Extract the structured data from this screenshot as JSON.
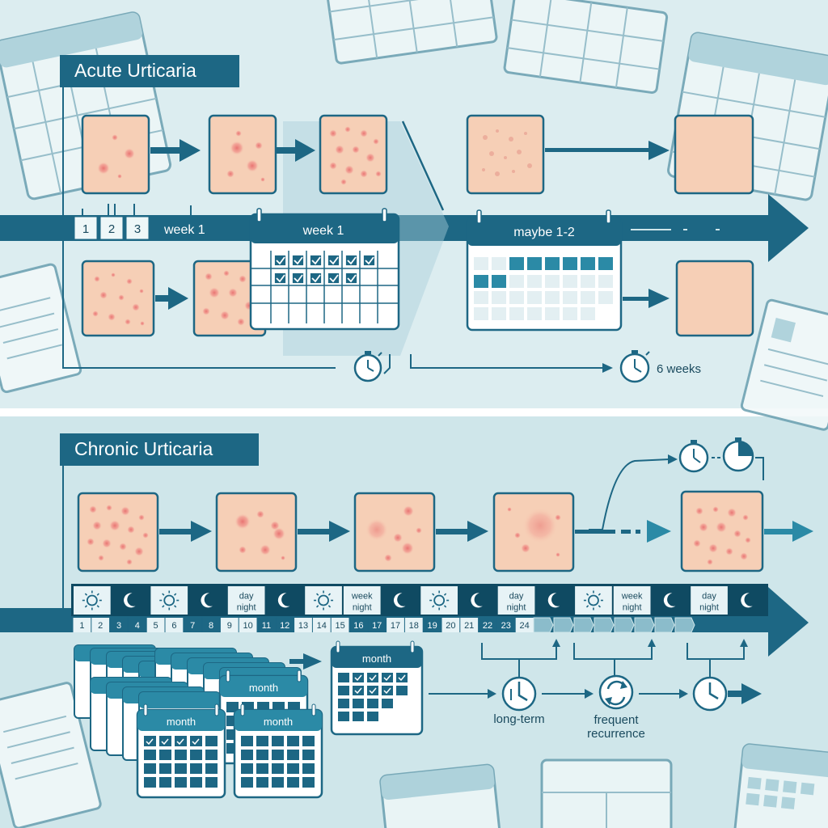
{
  "acute": {
    "title": "Acute Urticaria",
    "day_numbers": [
      "1",
      "2",
      "3"
    ],
    "week_text": "week 1",
    "calendar_week_title": "week 1",
    "calendar_maybe_title": "maybe 1-2",
    "duration_label": "6 weeks"
  },
  "chronic": {
    "title": "Chronic Urticaria",
    "day_numbers": [
      "1",
      "2",
      "3",
      "4",
      "5",
      "6",
      "7",
      "8",
      "9",
      "10",
      "11",
      "12",
      "13",
      "14",
      "15",
      "16",
      "17",
      "17",
      "18",
      "19",
      "20",
      "21",
      "22",
      "23",
      "24"
    ],
    "cells": [
      {
        "type": "sun"
      },
      {
        "type": "moon"
      },
      {
        "type": "sun"
      },
      {
        "type": "moon"
      },
      {
        "type": "text",
        "line1": "day",
        "line2": "night"
      },
      {
        "type": "moon"
      },
      {
        "type": "sun"
      },
      {
        "type": "text",
        "line1": "week",
        "line2": "night"
      },
      {
        "type": "moon"
      },
      {
        "type": "sun"
      },
      {
        "type": "moon"
      },
      {
        "type": "text",
        "line1": "day",
        "line2": "night"
      },
      {
        "type": "moon"
      },
      {
        "type": "sun"
      },
      {
        "type": "text",
        "line1": "week",
        "line2": "night"
      },
      {
        "type": "moon"
      },
      {
        "type": "text",
        "line1": "day",
        "line2": "night"
      },
      {
        "type": "moon"
      }
    ],
    "month_labels": [
      "month",
      "month",
      "month",
      "month"
    ],
    "icon_labels": [
      "long-term",
      "frequent",
      "recurrence"
    ]
  },
  "colors": {
    "background": "#d8ecef",
    "primary": "#1d6784",
    "dark": "#0f4a62",
    "skin": "#f6cfb6",
    "spot": "#e66a6a"
  }
}
